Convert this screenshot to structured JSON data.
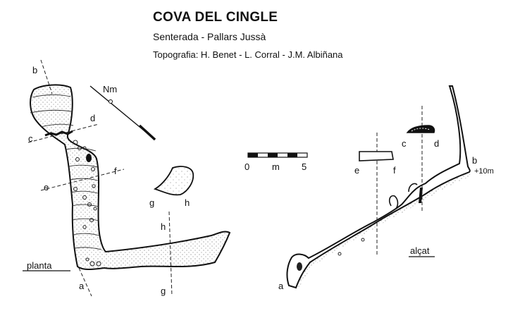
{
  "header": {
    "title": "COVA DEL CINGLE",
    "location": "Senterada - Pallars Jussà",
    "authors": "Topografia: H. Benet  -  L. Corral - J.M. Albiñana"
  },
  "plan": {
    "view_label": "planta",
    "north_label": "Nm",
    "section_labels": [
      "a",
      "b",
      "c",
      "d",
      "e",
      "f",
      "g",
      "h"
    ],
    "section_gh_labels": [
      "g",
      "h"
    ]
  },
  "scale": {
    "zero": "0",
    "unit": "m",
    "max": "5"
  },
  "elevation": {
    "view_label": "alçat",
    "entrance_label": "a",
    "end_label": "b",
    "end_height": "+10m",
    "section_cd_labels": [
      "c",
      "d"
    ],
    "section_ef_labels": [
      "e",
      "f"
    ]
  }
}
